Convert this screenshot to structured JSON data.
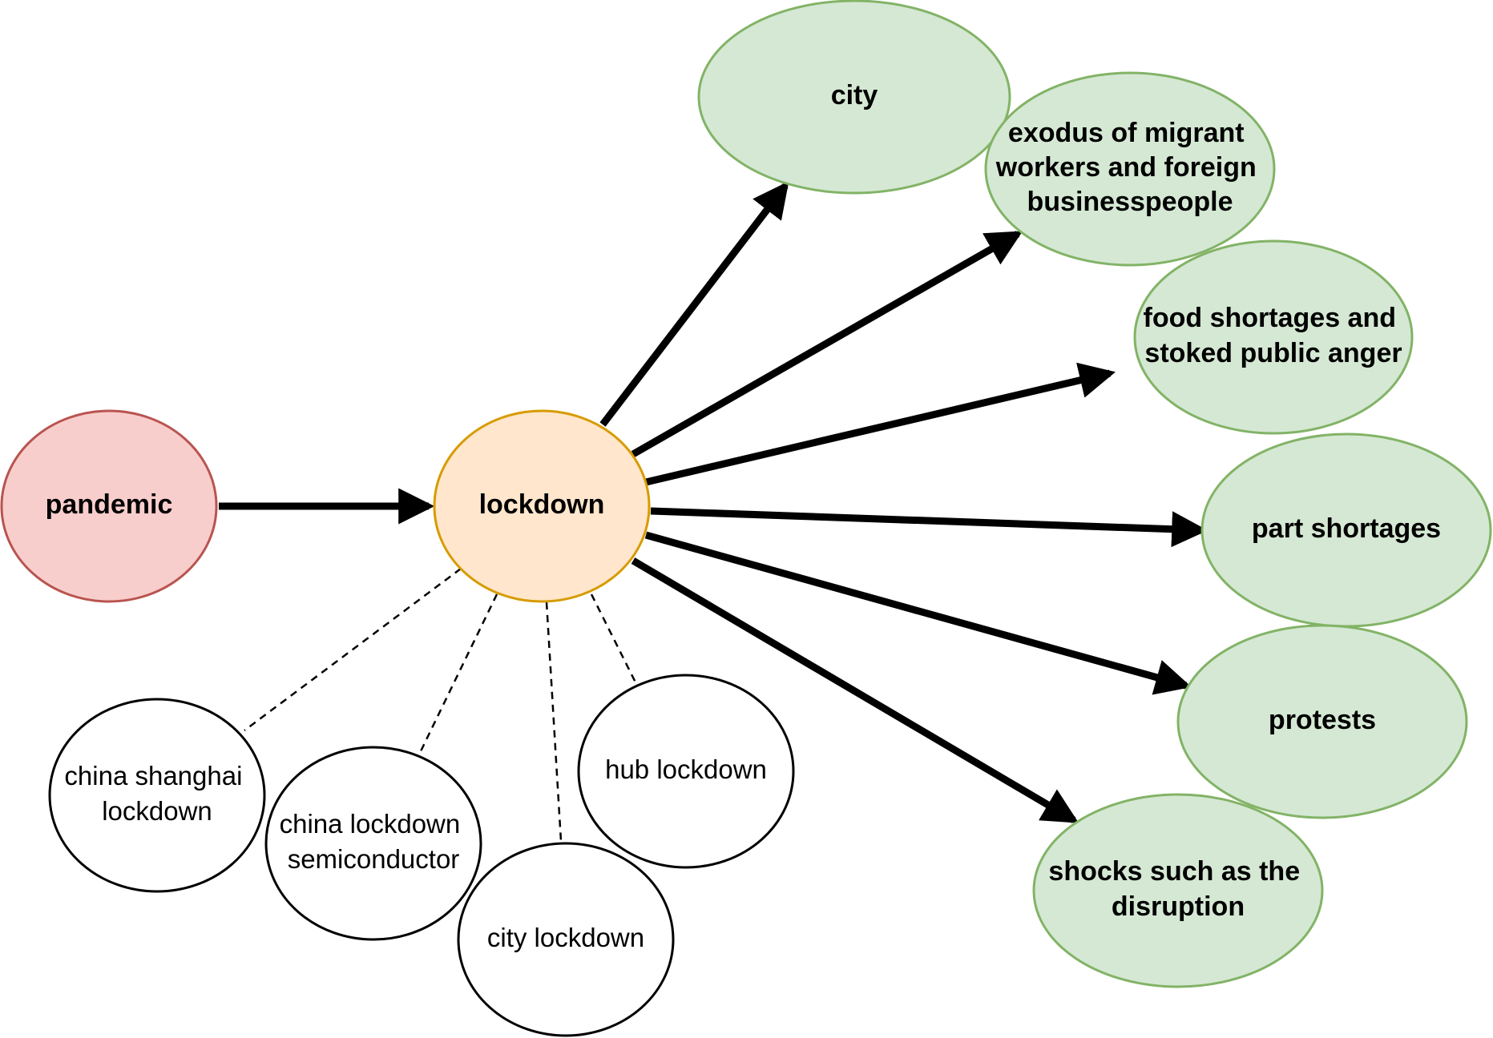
{
  "nodes": {
    "pandemic": {
      "lines": [
        "pandemic"
      ]
    },
    "lockdown": {
      "lines": [
        "lockdown"
      ]
    },
    "city": {
      "lines": [
        "city"
      ]
    },
    "exodus": {
      "lines": [
        "exodus of migrant",
        "workers and foreign",
        "businesspeople"
      ]
    },
    "food": {
      "lines": [
        "food shortages and",
        "stoked public anger"
      ]
    },
    "part": {
      "lines": [
        "part shortages"
      ]
    },
    "protests": {
      "lines": [
        "protests"
      ]
    },
    "shocks": {
      "lines": [
        "shocks such as the",
        "disruption"
      ]
    },
    "shanghai": {
      "lines": [
        "china shanghai",
        "lockdown"
      ]
    },
    "semiconductor": {
      "lines": [
        "china lockdown",
        "semiconductor"
      ]
    },
    "city_lockdown": {
      "lines": [
        "city lockdown"
      ]
    },
    "hub": {
      "lines": [
        "hub lockdown"
      ]
    }
  },
  "colors": {
    "cause_fill": "#f8cecc",
    "cause_stroke": "#b85450",
    "center_fill": "#ffe6cc",
    "center_stroke": "#d79b00",
    "effect_fill": "#d5e8d4",
    "effect_stroke": "#82b366",
    "related_fill": "#ffffff",
    "related_stroke": "#000000"
  }
}
